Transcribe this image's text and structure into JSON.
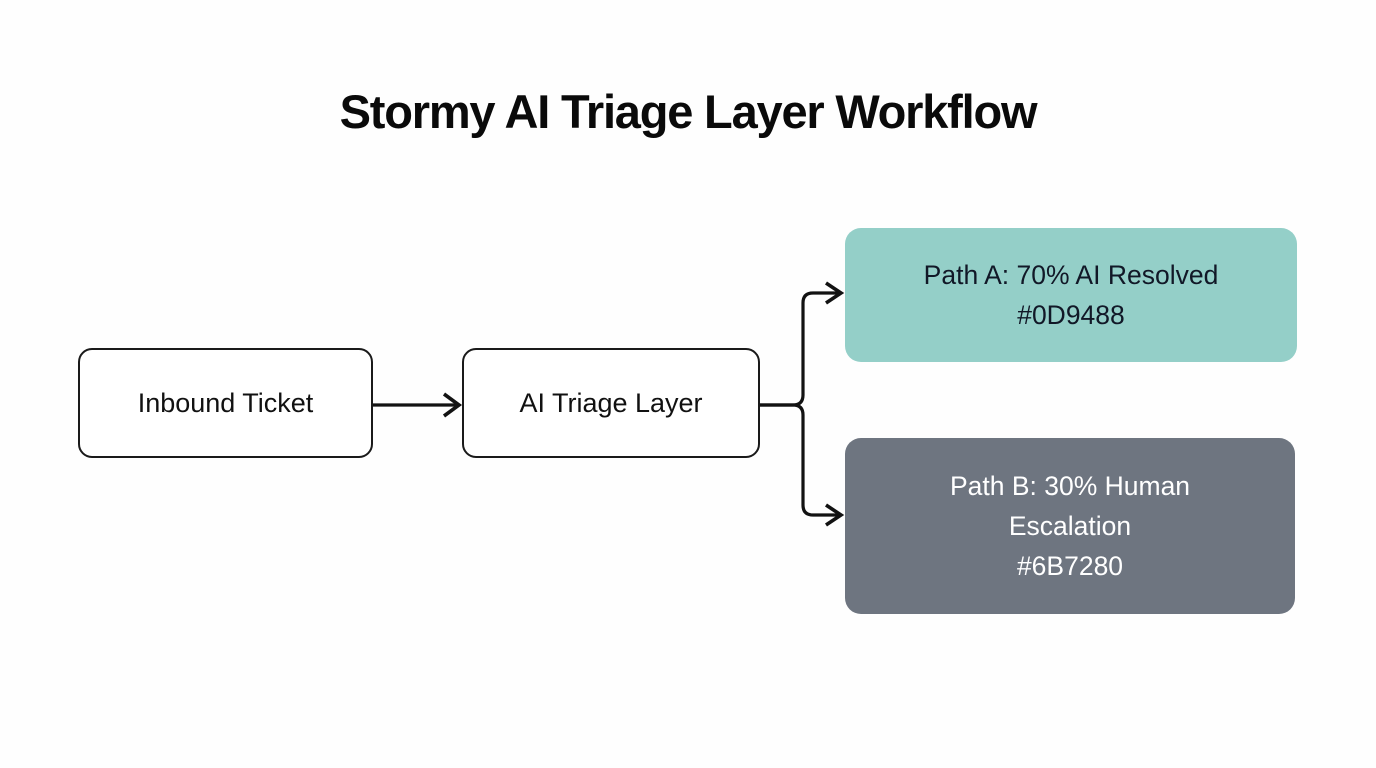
{
  "title": "Stormy AI Triage Layer Workflow",
  "nodes": {
    "inbound": {
      "label": "Inbound Ticket"
    },
    "triage": {
      "label": "AI Triage Layer"
    },
    "path_a": {
      "label": "Path A: 70% AI Resolved\n#0D9488",
      "color_code_shown": "#0D9488",
      "box_color": "#94CFC8",
      "text_color": "#111827"
    },
    "path_b": {
      "label": "Path B: 30% Human\nEscalation\n#6B7280",
      "color_code_shown": "#6B7280",
      "box_color": "#6E7580",
      "text_color": "#FFFFFF"
    }
  },
  "colors": {
    "background": "#FEFEFE",
    "connector_line": "#121212",
    "plain_node_border": "#1A1A1A",
    "title_text": "#0A0A0A"
  }
}
